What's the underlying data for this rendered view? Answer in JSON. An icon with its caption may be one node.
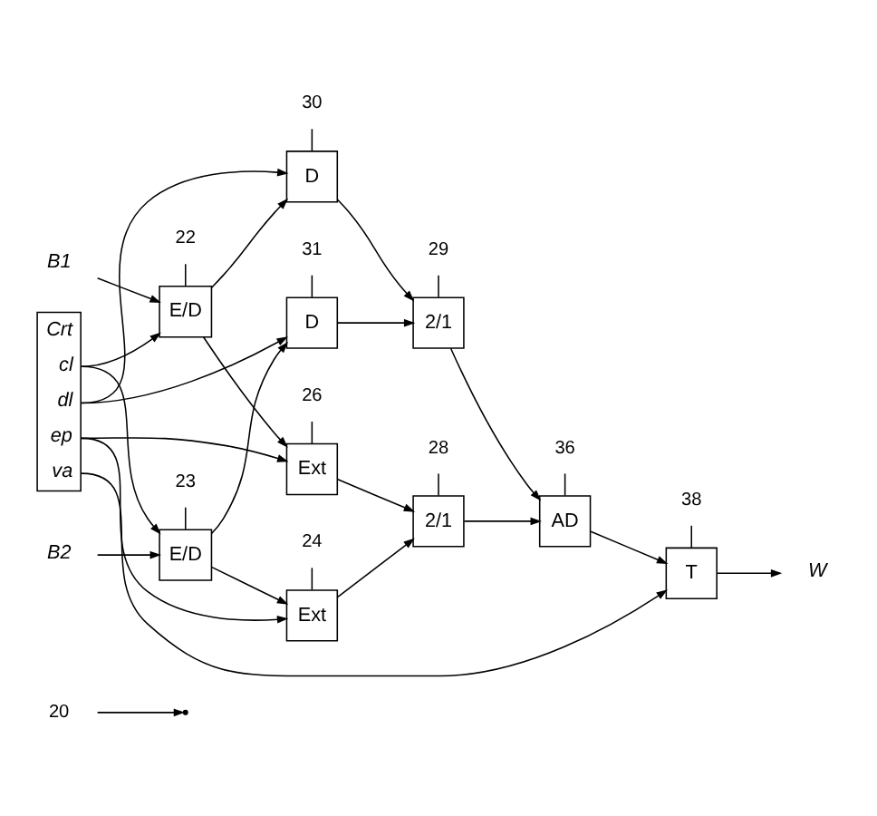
{
  "diagram": {
    "nodes": [
      {
        "text": [
          "20"
        ]
      },
      {
        "text": [
          "Crt",
          "cl",
          "dl",
          "ep",
          "va"
        ]
      },
      {
        "text": [
          "B1"
        ]
      },
      {
        "text": [
          "E/D"
        ]
      },
      {
        "text": [
          "Ext"
        ]
      },
      {
        "text": [
          "2/1"
        ]
      },
      {
        "text": [
          "28"
        ]
      },
      {
        "text": [
          "22"
        ]
      },
      {
        "text": [
          "26"
        ]
      },
      {
        "text": [
          "D"
        ]
      },
      {
        "text": [
          "30"
        ]
      },
      {
        "text": [
          "AD"
        ]
      },
      {
        "text": [
          "T"
        ]
      },
      {
        "text": [
          "W"
        ]
      },
      {
        "text": [
          "36"
        ]
      },
      {
        "text": [
          "38"
        ]
      },
      {
        "text": [
          "B2"
        ]
      },
      {
        "text": [
          "E/D"
        ]
      },
      {
        "text": [
          "Ext"
        ]
      },
      {
        "text": [
          "23"
        ]
      },
      {
        "text": [
          "24"
        ]
      },
      {
        "text": [
          "2/1"
        ]
      },
      {
        "text": [
          "29"
        ]
      },
      {
        "text": [
          "D"
        ]
      },
      {
        "text": [
          "31"
        ]
      }
    ],
    "edges": [
      {
        "from": 0,
        "to": null,
        "arrow": "to"
      },
      {
        "from": 1,
        "to": 3,
        "arrow": "to"
      },
      {
        "from": 1,
        "to": 17,
        "arrow": "to"
      },
      {
        "from": 1,
        "to": 9,
        "arrow": "to"
      },
      {
        "from": 1,
        "to": 23,
        "arrow": "to"
      },
      {
        "from": 1,
        "to": 4,
        "arrow": "to"
      },
      {
        "from": 1,
        "to": 18,
        "arrow": "to"
      },
      {
        "from": 1,
        "to": 12,
        "arrow": "to"
      },
      {
        "from": 2,
        "to": 3,
        "arrow": "to"
      },
      {
        "from": 3,
        "to": 4,
        "arrow": "to"
      },
      {
        "from": 3,
        "to": 9,
        "arrow": "to"
      },
      {
        "from": 4,
        "to": 5,
        "arrow": "to"
      },
      {
        "from": 18,
        "to": 5,
        "arrow": "to"
      },
      {
        "from": 9,
        "to": 21,
        "arrow": "to"
      },
      {
        "from": 23,
        "to": 21,
        "arrow": "to"
      },
      {
        "from": 5,
        "to": 11,
        "arrow": "to"
      },
      {
        "from": 21,
        "to": 11,
        "arrow": "to"
      },
      {
        "from": 11,
        "to": 12,
        "arrow": "to"
      },
      {
        "from": 12,
        "to": 13,
        "arrow": "to"
      },
      {
        "from": 16,
        "to": 17,
        "arrow": "to"
      },
      {
        "from": 17,
        "to": 18,
        "arrow": "to"
      },
      {
        "from": 17,
        "to": 23,
        "arrow": "to"
      },
      {
        "from": 6,
        "to": 5,
        "arrow": "none"
      },
      {
        "from": 7,
        "to": 3,
        "arrow": "none"
      },
      {
        "from": 8,
        "to": 4,
        "arrow": "none"
      },
      {
        "from": 10,
        "to": 9,
        "arrow": "none"
      },
      {
        "from": 14,
        "to": 11,
        "arrow": "none"
      },
      {
        "from": 15,
        "to": 12,
        "arrow": "none"
      },
      {
        "from": 19,
        "to": 17,
        "arrow": "none"
      },
      {
        "from": 20,
        "to": 18,
        "arrow": "none"
      },
      {
        "from": 22,
        "to": 21,
        "arrow": "none"
      },
      {
        "from": 24,
        "to": 23,
        "arrow": "none"
      }
    ]
  }
}
